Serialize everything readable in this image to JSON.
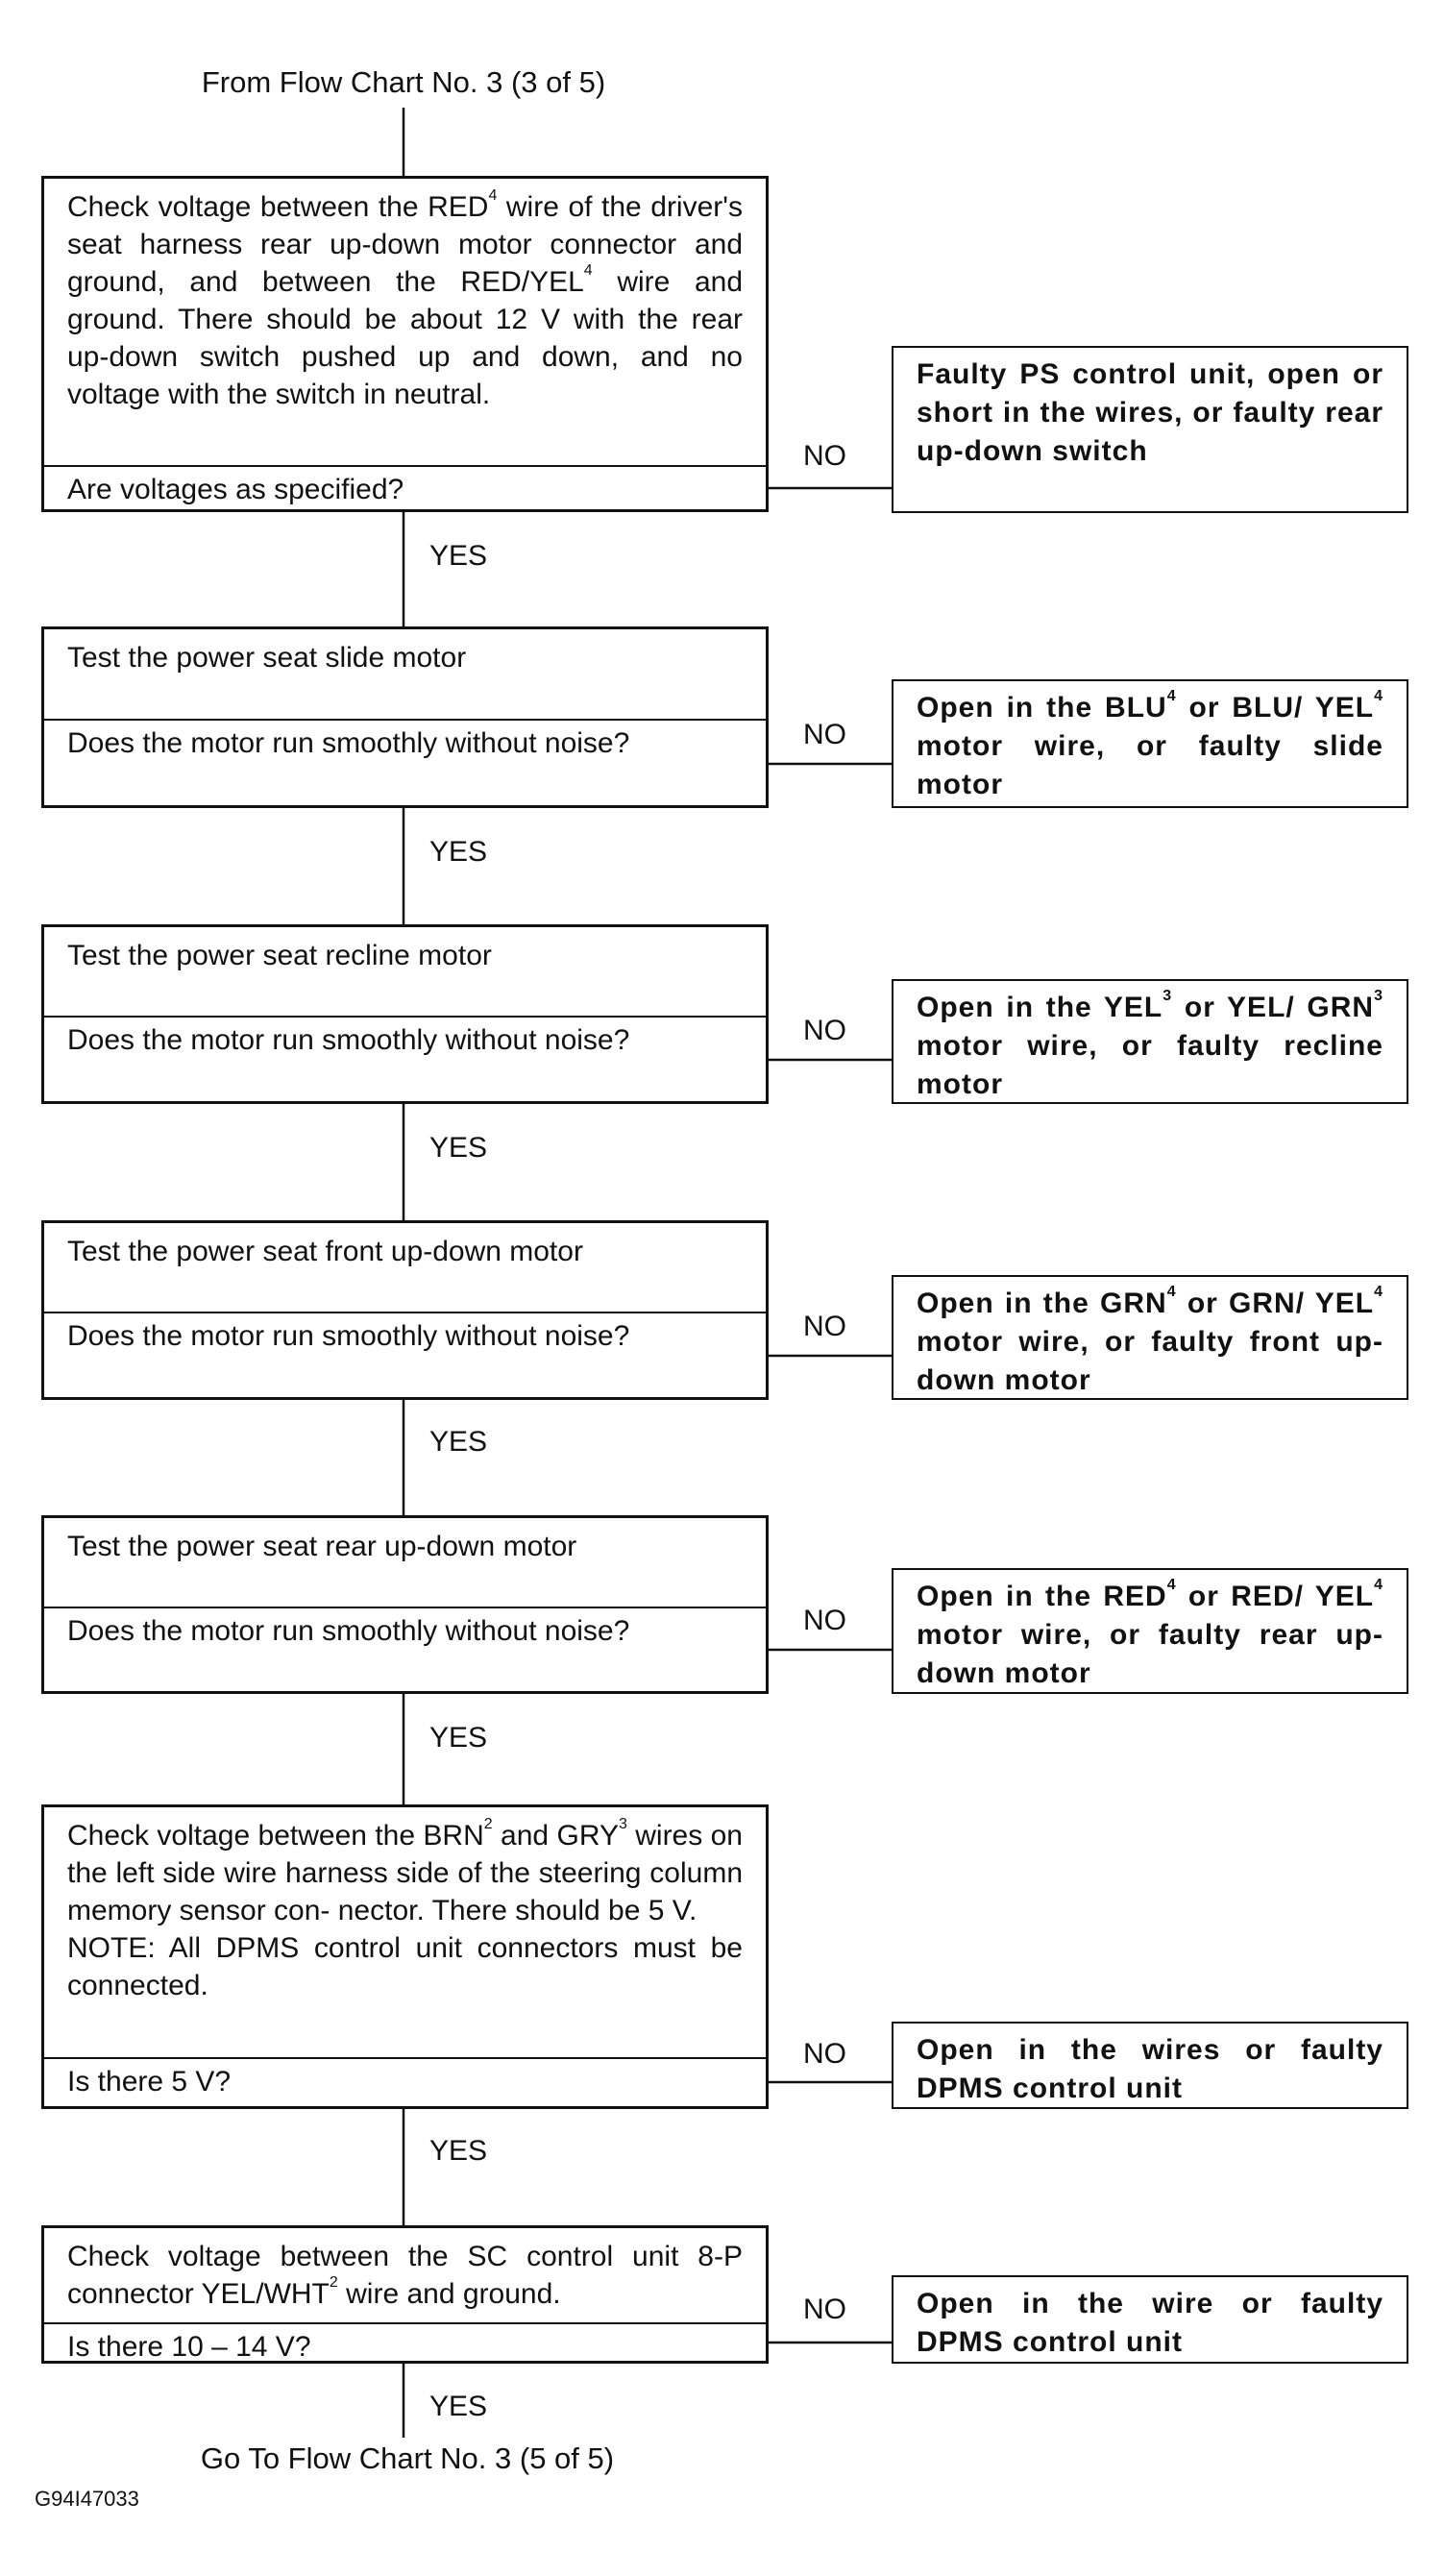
{
  "start": "From Flow Chart No. 3 (3 of 5)",
  "end": "Go To Flow Chart No. 3 (5 of 5)",
  "figure_id": "G94I47033",
  "yes_label": "YES",
  "no_label": "NO",
  "steps": [
    {
      "action_html": "Check voltage between the RED<sup>4</sup> wire of the driver's seat harness rear up-down motor connector and ground, and between the RED/YEL<sup>4</sup> wire and ground. There should be about 12 V with the rear up-down switch pushed up and down, and no voltage with the switch in neutral.",
      "question": "Are voltages as specified?",
      "no_result": "Faulty PS control unit, open or short in the wires, or faulty rear up-down switch"
    },
    {
      "action": "Test the power seat slide motor",
      "question": "Does the motor run smoothly without noise?",
      "no_result_html": "Open in the BLU<sup>4</sup> or BLU/ YEL<sup>4</sup> motor wire, or faulty slide motor"
    },
    {
      "action": "Test the power seat recline motor",
      "question": "Does the motor run smoothly without noise?",
      "no_result_html": "Open in the YEL<sup>3</sup> or YEL/ GRN<sup>3</sup> motor wire, or faulty recline motor"
    },
    {
      "action": "Test the power seat front up-down motor",
      "question": "Does the motor run smoothly without noise?",
      "no_result_html": "Open in the GRN<sup>4</sup> or GRN/ YEL<sup>4</sup> motor wire, or faulty front up-down motor"
    },
    {
      "action": "Test the power seat rear up-down motor",
      "question": "Does the motor run smoothly without noise?",
      "no_result_html": "Open in the RED<sup>4</sup> or RED/ YEL<sup>4</sup> motor wire, or faulty rear up-down motor"
    },
    {
      "action_html": "Check voltage between the BRN<sup>2</sup> and GRY<sup>3</sup> wires on the left side wire harness side of the steering column memory sensor con- nector. There should be 5 V.<br>NOTE: All DPMS control unit connectors must be connected.",
      "question": "Is there 5 V?",
      "no_result": "Open in the wires or faulty DPMS control unit"
    },
    {
      "action_html": "Check voltage between the SC control unit 8-P connector YEL/WHT<sup>2</sup> wire and ground.",
      "question": "Is there 10 – 14 V?",
      "no_result": "Open in the wire or faulty DPMS control unit"
    }
  ]
}
